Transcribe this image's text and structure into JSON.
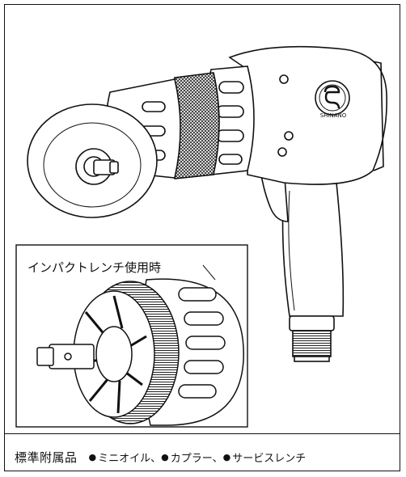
{
  "inset": {
    "caption": "インパクトレンチ使用時"
  },
  "logo": {
    "brand": "SHINANO"
  },
  "footer": {
    "label": "標準附属品",
    "bullet": "●",
    "items": [
      "ミニオイル、",
      "カプラー、",
      "サービスレンチ"
    ]
  },
  "icons": {
    "bullet": "black-circle"
  }
}
